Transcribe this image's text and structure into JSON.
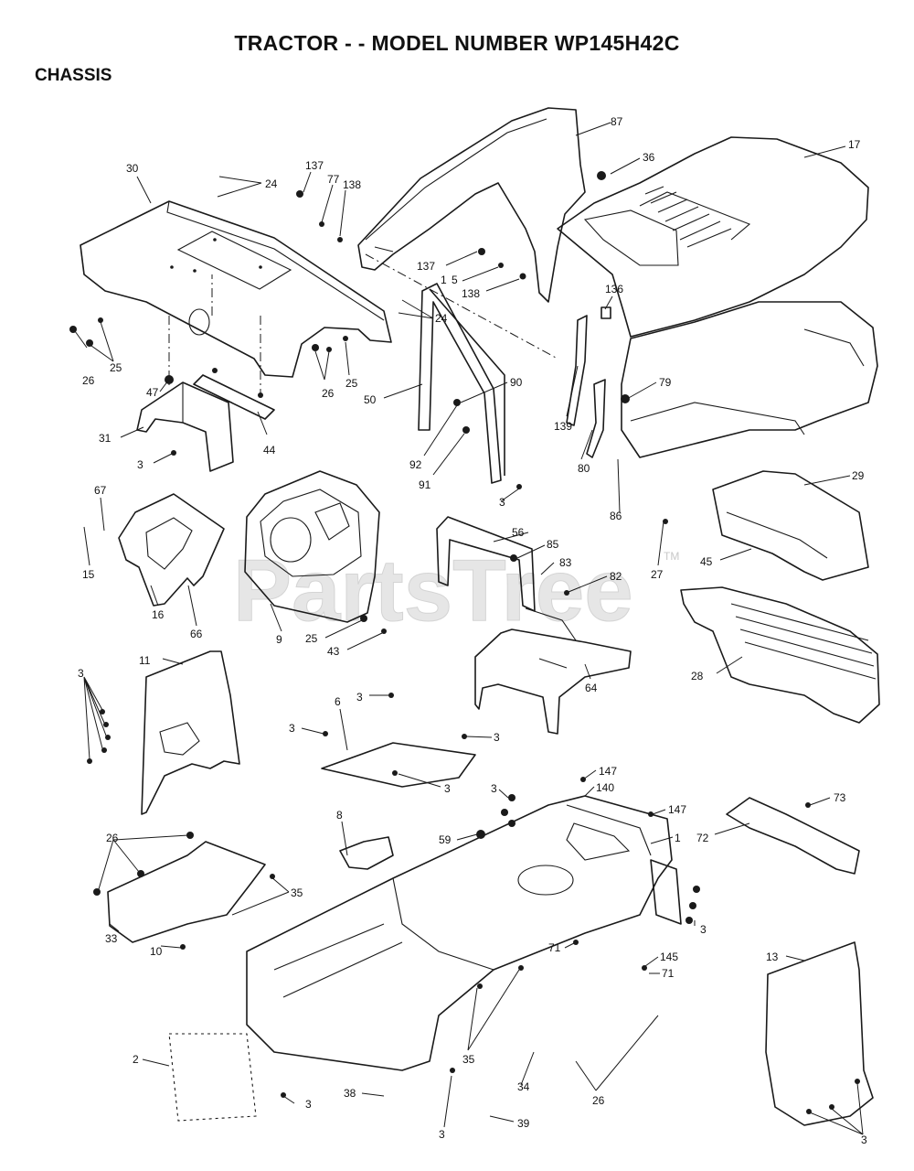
{
  "header": {
    "title": "TRACTOR - - MODEL NUMBER WP145H42C",
    "section": "CHASSIS"
  },
  "watermark": {
    "text": "PartsTree",
    "mark": "TM"
  },
  "callouts": [
    "87",
    "36",
    "17",
    "30",
    "24",
    "137",
    "77",
    "138",
    "137",
    "1",
    "5",
    "138",
    "24",
    "136",
    "25",
    "26",
    "26",
    "25",
    "47",
    "90",
    "79",
    "50",
    "31",
    "44",
    "139",
    "92",
    "91",
    "3",
    "80",
    "86",
    "3",
    "29",
    "67",
    "56",
    "85",
    "83",
    "27",
    "45",
    "15",
    "82",
    "16",
    "66",
    "9",
    "25",
    "43",
    "64",
    "11",
    "28",
    "3",
    "6",
    "3",
    "3",
    "3",
    "3",
    "147",
    "140",
    "147",
    "3",
    "1",
    "73",
    "26",
    "8",
    "72",
    "59",
    "35",
    "3",
    "33",
    "10",
    "71",
    "145",
    "71",
    "13",
    "35",
    "2",
    "34",
    "38",
    "3",
    "39",
    "26",
    "3",
    "3"
  ]
}
